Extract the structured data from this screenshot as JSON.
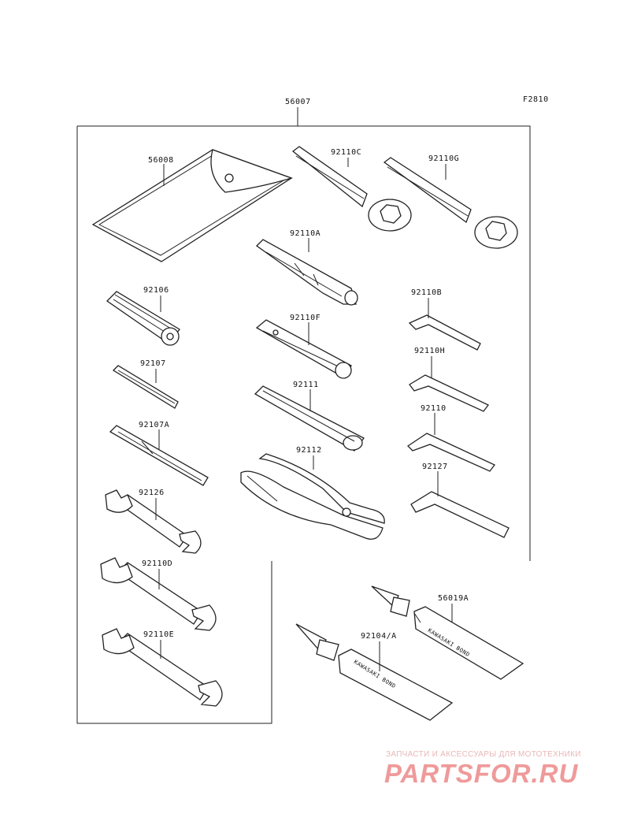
{
  "figure_code": "F2810",
  "kit_label": "56007",
  "parts": {
    "p56008": "56008",
    "p92110C": "92110C",
    "p92110G": "92110G",
    "p92110A": "92110A",
    "p92106": "92106",
    "p92110B": "92110B",
    "p92110F": "92110F",
    "p92110H": "92110H",
    "p92107": "92107",
    "p92111": "92111",
    "p92110": "92110",
    "p92107A": "92107A",
    "p92112": "92112",
    "p92127": "92127",
    "p92126": "92126",
    "p92110D": "92110D",
    "p56019A": "56019A",
    "p92110E": "92110E",
    "p92104A": "92104/A"
  },
  "tube_text": "KAWASAKI BOND",
  "watermark": {
    "subtitle": "ЗАПЧАСТИ И АКСЕССУАРЫ ДЛЯ МОТОТЕХНИКИ",
    "brand": "PARTSFOR.RU"
  }
}
